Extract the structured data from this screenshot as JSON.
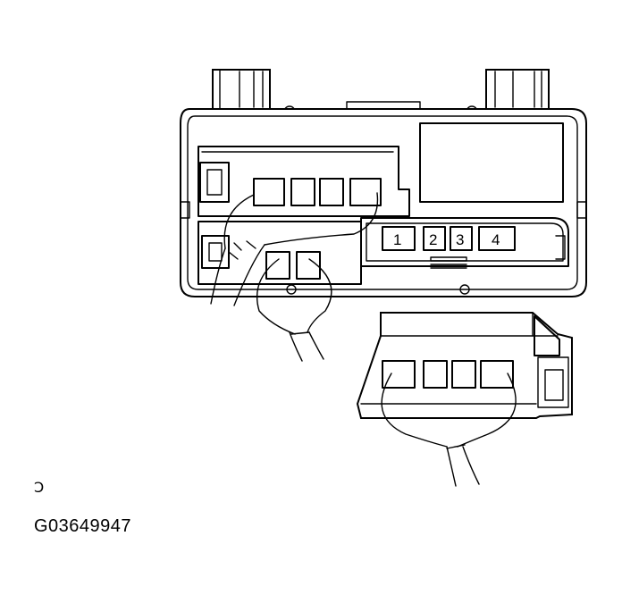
{
  "diagram": {
    "terminals": [
      {
        "id": "terminal-1",
        "label": "1"
      },
      {
        "id": "terminal-2",
        "label": "2"
      },
      {
        "id": "terminal-3",
        "label": "3"
      },
      {
        "id": "terminal-4",
        "label": "4"
      }
    ],
    "figure_id": "G03649947",
    "stray_mark": "Ↄ"
  }
}
